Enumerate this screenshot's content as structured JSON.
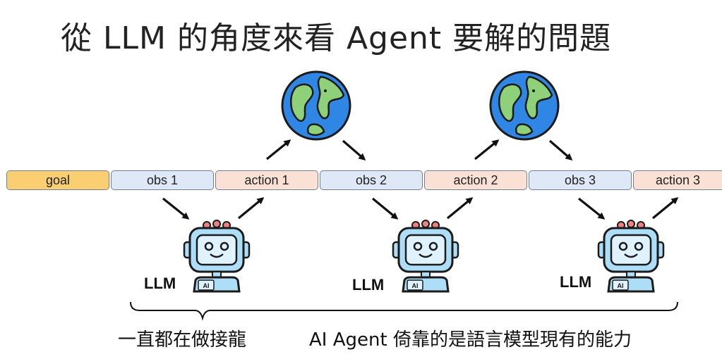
{
  "title": "從 LLM 的角度來看 Agent 要解的問題",
  "tokens": [
    {
      "label": "goal",
      "kind": "goal"
    },
    {
      "label": "obs 1",
      "kind": "obs"
    },
    {
      "label": "action 1",
      "kind": "action"
    },
    {
      "label": "obs 2",
      "kind": "obs"
    },
    {
      "label": "action 2",
      "kind": "action"
    },
    {
      "label": "obs 3",
      "kind": "obs"
    },
    {
      "label": "action 3",
      "kind": "action"
    }
  ],
  "llm_label": "LLM",
  "robot_badge": "AI",
  "note_left": "一直都在做接龍",
  "note_right": "AI Agent 倚靠的是語言模型現有的能力",
  "colors": {
    "goal": "#f9cf72",
    "obs": "#dfe8f7",
    "action": "#fbe1d5",
    "earth_ocean": "#2f86e4",
    "earth_land": "#8fd17a",
    "robot_body": "#aeddf7"
  },
  "icons": [
    "globe-icon",
    "robot-icon",
    "arrow-icon",
    "brace"
  ]
}
